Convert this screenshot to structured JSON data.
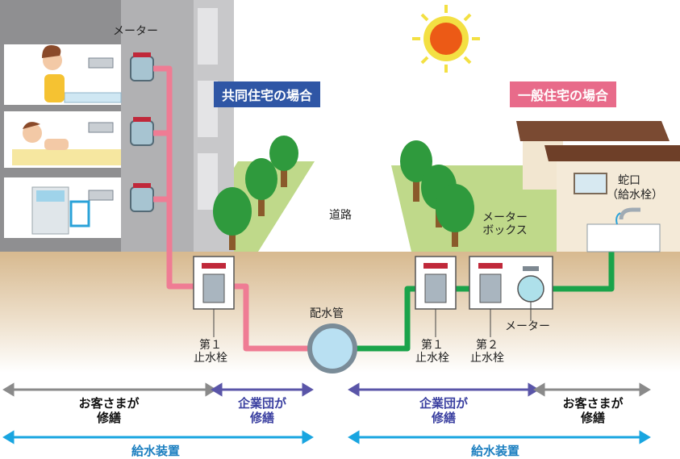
{
  "labels": {
    "meter_top": "メーター",
    "shared_housing": "共同住宅の場合",
    "general_housing": "一般住宅の場合",
    "road": "道路",
    "faucet": "蛇口",
    "faucet_sub": "（給水栓）",
    "meter_box_line1": "メーター",
    "meter_box_line2": "ボックス",
    "distribution_pipe": "配水管",
    "meter_right": "メーター",
    "valve1_left_line1": "第１",
    "valve1_left_line2": "止水栓",
    "valve1_right_line1": "第１",
    "valve1_right_line2": "止水栓",
    "valve2_right_line1": "第２",
    "valve2_right_line2": "止水栓"
  },
  "responsibility": {
    "left_customer_line1": "お客さまが",
    "left_customer_line2": "修繕",
    "left_company_line1": "企業団が",
    "left_company_line2": "修繕",
    "right_company_line1": "企業団が",
    "right_company_line2": "修繕",
    "right_customer_line1": "お客さまが",
    "right_customer_line2": "修繕",
    "supply_left": "給水装置",
    "supply_right": "給水装置"
  },
  "colors": {
    "shared_badge": "#2f56a5",
    "general_badge": "#e86b8a",
    "pink_pipe": "#ef7c94",
    "green_pipe": "#1aa34a",
    "gray_arrow": "#8a8a8a",
    "purple_arrow": "#5a55a8",
    "cyan_arrow": "#19a5e0"
  }
}
